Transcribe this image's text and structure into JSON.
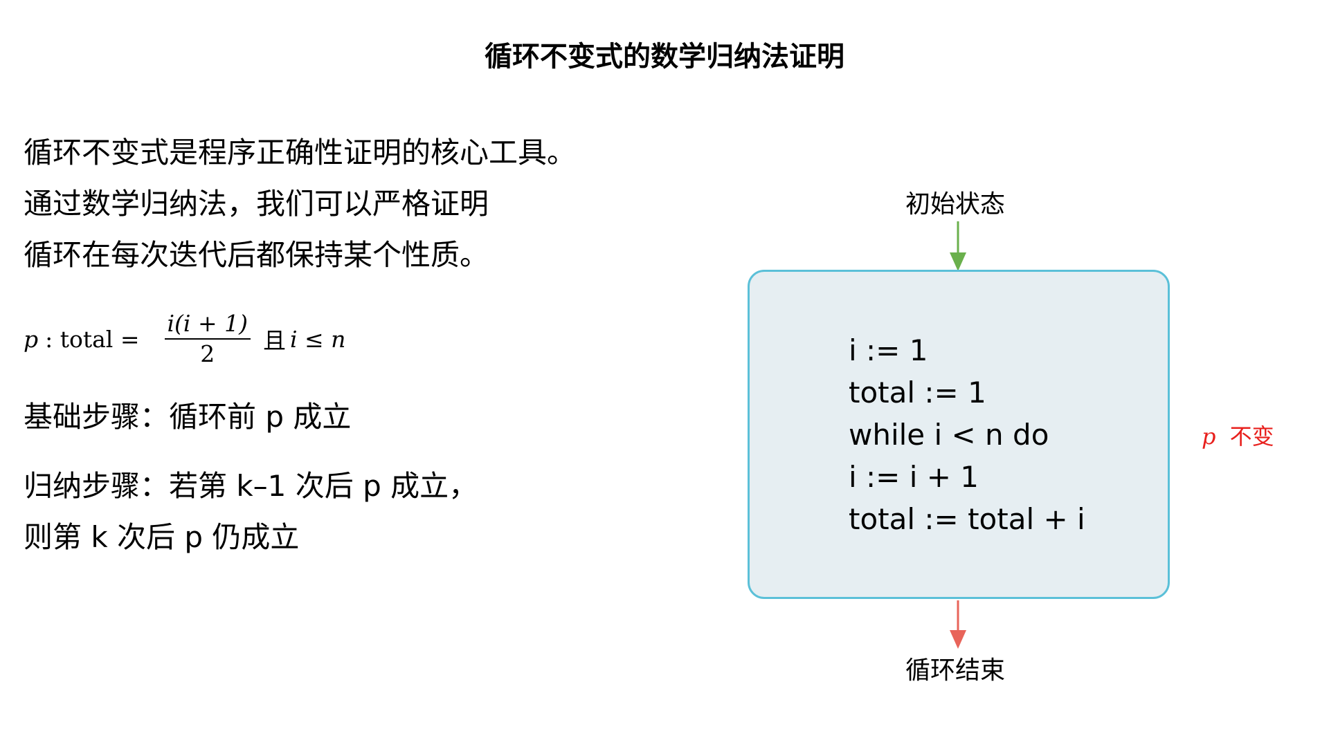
{
  "title": "循环不变式的数学归纳法证明",
  "intro_lines": [
    "循环不变式是程序正确性证明的核心工具。",
    "通过数学归纳法，我们可以严格证明",
    "循环在每次迭代后都保持某个性质。"
  ],
  "formula": {
    "lhs_var": "p",
    "lhs_rest": ": total =",
    "numerator": "i(i + 1)",
    "denominator": "2",
    "conjunction": "且",
    "condition": "i ≤ n"
  },
  "base_step": "基础步骤：循环前 p 成立",
  "inductive_step": [
    "归纳步骤：若第 k–1 次后 p 成立，",
    "则第 k 次后 p 仍成立"
  ],
  "diagram": {
    "start_label": "初始状态",
    "end_label": "循环结束",
    "code_lines": [
      "i := 1",
      "total := 1",
      "while i < n do",
      "i := i + 1",
      "total := total + i"
    ],
    "invariant_var": "p",
    "invariant_text": "不变"
  },
  "colors": {
    "start_arrow": "#6ab04c",
    "end_arrow": "#e8645a",
    "box_border": "#5bc0d8",
    "box_fill": "#e6eef2",
    "invariant_text": "#e8201d"
  }
}
